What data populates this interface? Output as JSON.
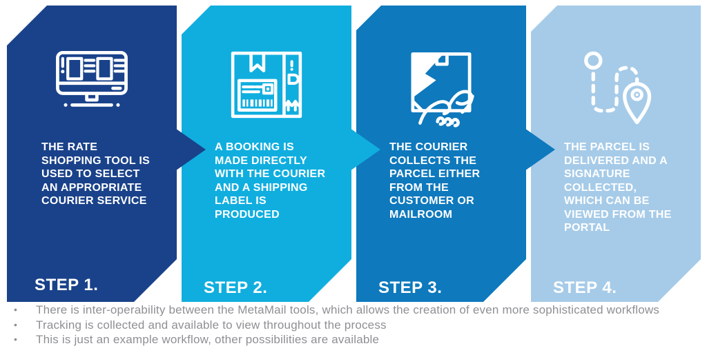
{
  "diagram": {
    "title_implicit": "MetaMail courier workflow steps",
    "colors": {
      "step1_navy": "#1A428A",
      "step2_cyan": "#10AEDF",
      "step3_blue": "#0E79BD",
      "step4_light_blue": "#A6CBE8",
      "panel_text": "#FFFFFF",
      "notes_gray": "#8D8F92",
      "background": "#FFFFFF"
    },
    "steps": [
      {
        "label": "STEP 1.",
        "description": "THE RATE\nSHOPPING TOOL IS\nUSED TO SELECT\nAN APPROPRIATE\nCOURIER SERVICE",
        "icon": "rate-shopping-monitor-icon"
      },
      {
        "label": "STEP 2.",
        "description": "A BOOKING IS\nMADE DIRECTLY\nWITH THE COURIER\nAND A SHIPPING\nLABEL IS\nPRODUCED",
        "icon": "parcel-shipping-label-icon"
      },
      {
        "label": "STEP 3.",
        "description": "THE COURIER\nCOLLECTS THE\nPARCEL EITHER\nFROM THE\nCUSTOMER OR\nMAILROOM",
        "icon": "courier-hand-parcel-icon"
      },
      {
        "label": "STEP 4.",
        "description": "THE PARCEL IS\nDELIVERED AND A\nSIGNATURE\nCOLLECTED,\nWHICH CAN BE\nVIEWED FROM THE\nPORTAL",
        "icon": "delivery-route-pin-icon"
      }
    ],
    "notes": {
      "bullet_char": "•",
      "items": [
        "There is inter-operability between the MetaMail tools, which allows the creation of even more sophisticated workflows",
        "Tracking is collected and available to view throughout the process",
        "This is just an example workflow, other possibilities are available"
      ]
    }
  }
}
